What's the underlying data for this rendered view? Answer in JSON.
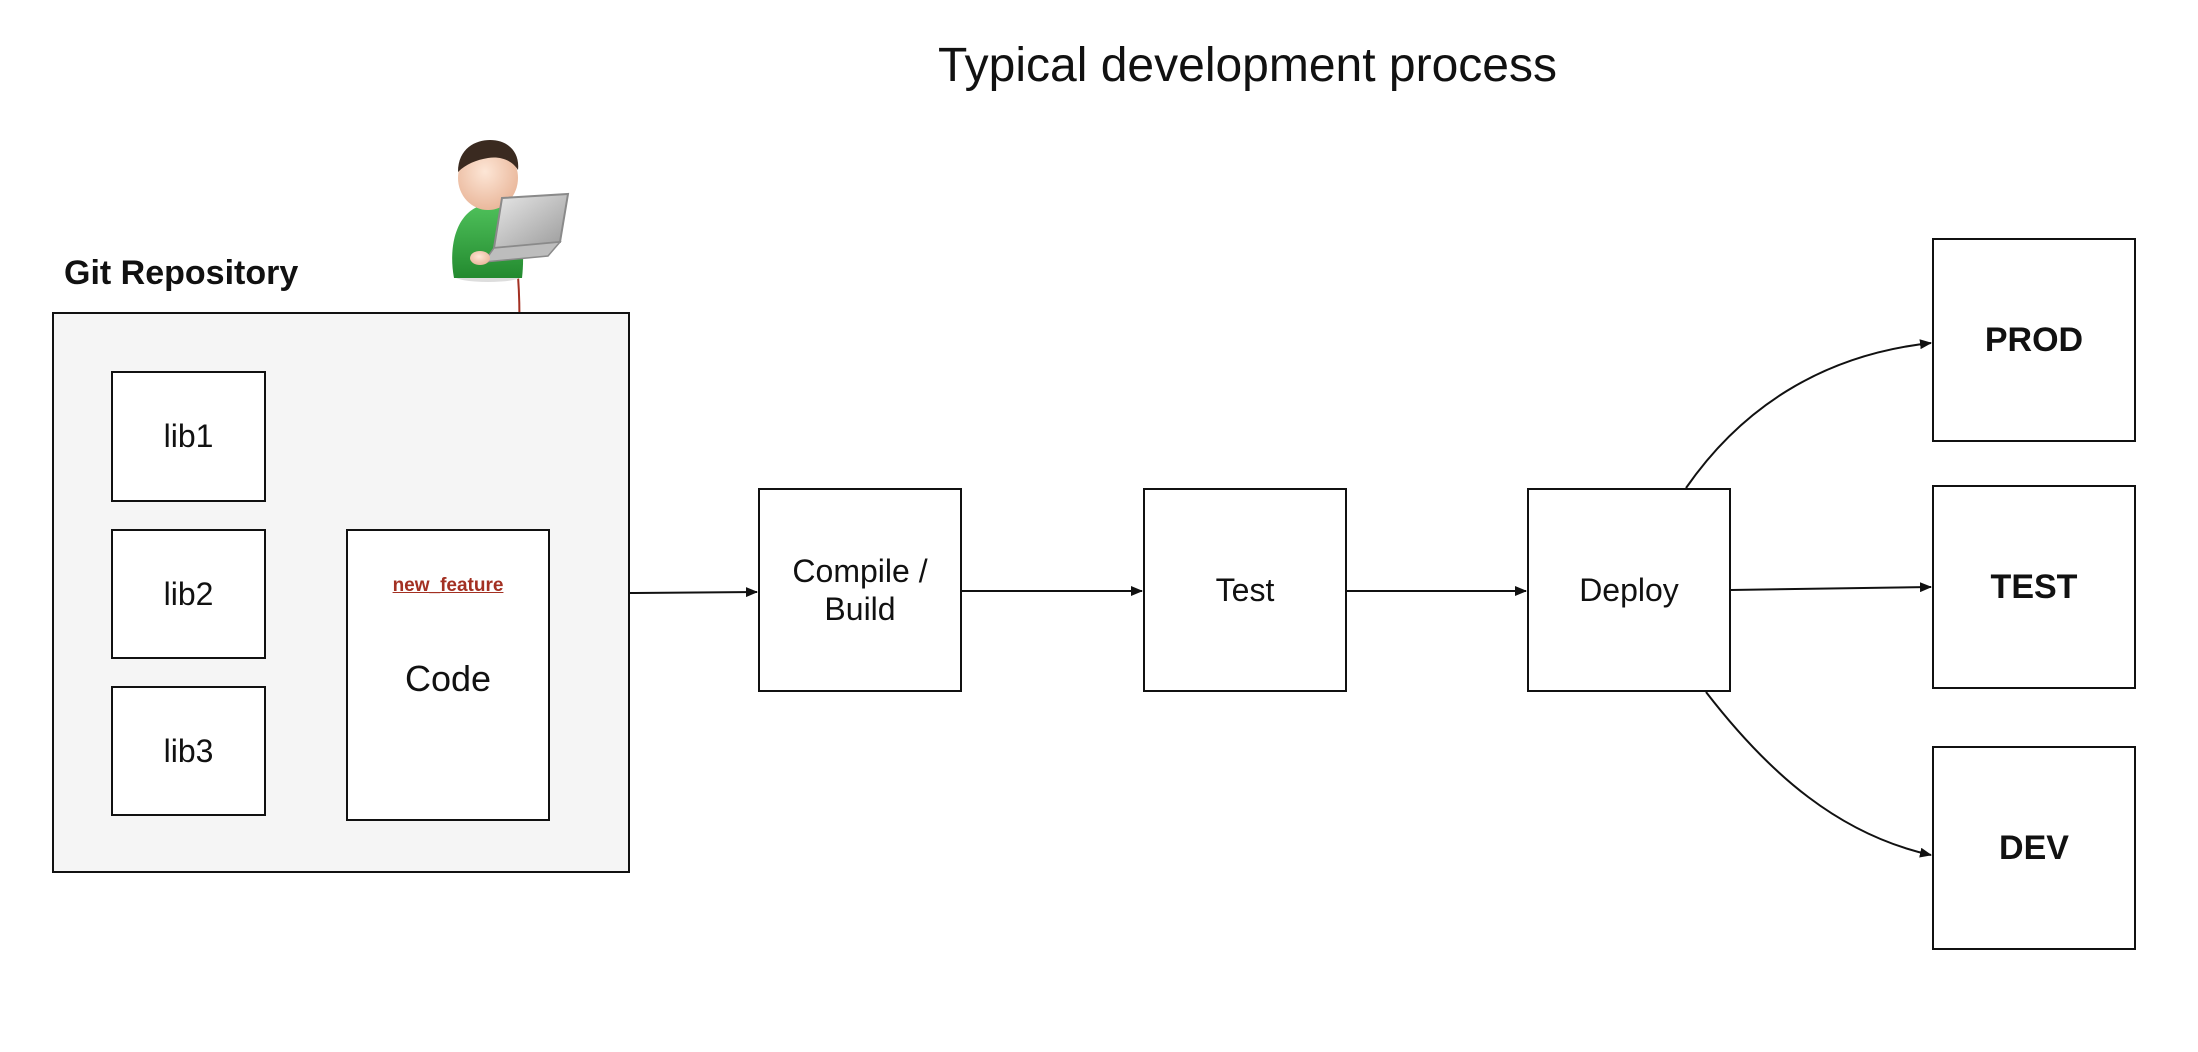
{
  "title": "Typical development process",
  "repository": {
    "label": "Git Repository",
    "libs": [
      "lib1",
      "lib2",
      "lib3"
    ],
    "code": {
      "feature": "new_feature",
      "label": "Code"
    }
  },
  "pipeline": {
    "compile_line1": "Compile /",
    "compile_line2": "Build",
    "test": "Test",
    "deploy": "Deploy"
  },
  "environments": {
    "prod": "PROD",
    "test": "TEST",
    "dev": "DEV"
  },
  "colors": {
    "accent": "#a33022",
    "repo_bg": "#f5f5f5",
    "stroke": "#111111"
  },
  "icons": {
    "developer": "developer-with-laptop-icon"
  }
}
